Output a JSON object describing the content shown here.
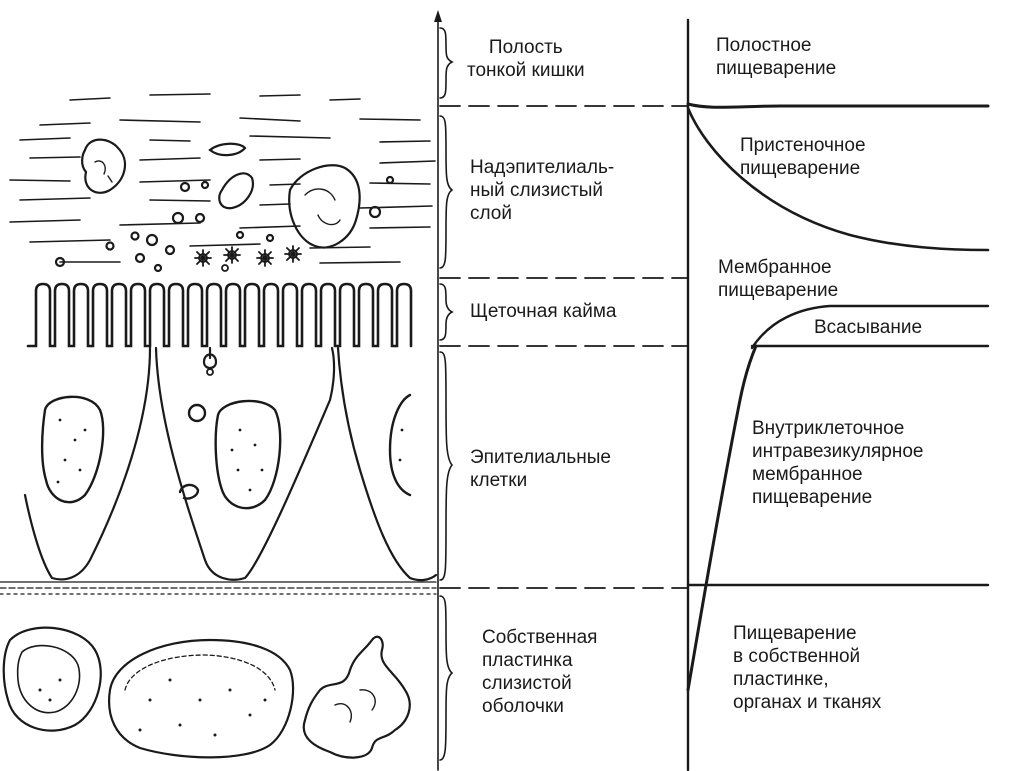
{
  "layers": {
    "lumen": [
      "Полость",
      "тонкой кишки"
    ],
    "mucus": [
      "Надэпителиаль-",
      "ный слизистый",
      "слой"
    ],
    "brush": [
      "Щеточная кайма"
    ],
    "epithelium": [
      "Эпителиальные",
      "клетки"
    ],
    "lamina": [
      "Собственная",
      "пластинка",
      "слизистой",
      "оболочки"
    ]
  },
  "processes": {
    "cavity": [
      "Полостное",
      "пищеварение"
    ],
    "parietal": [
      "Пристеночное",
      "пищеварение"
    ],
    "membrane": [
      "Мембранное",
      "пищеварение"
    ],
    "absorption": [
      "Всасывание"
    ],
    "intracellular": [
      "Внутриклеточное",
      "интравезикулярное",
      "мембранное",
      "пищеварение"
    ],
    "tissue": [
      "Пищеварение",
      "в собственной",
      "пластинке,",
      "органах и тканях"
    ]
  },
  "colors": {
    "ink": "#1a1a1a",
    "background": "#ffffff"
  }
}
